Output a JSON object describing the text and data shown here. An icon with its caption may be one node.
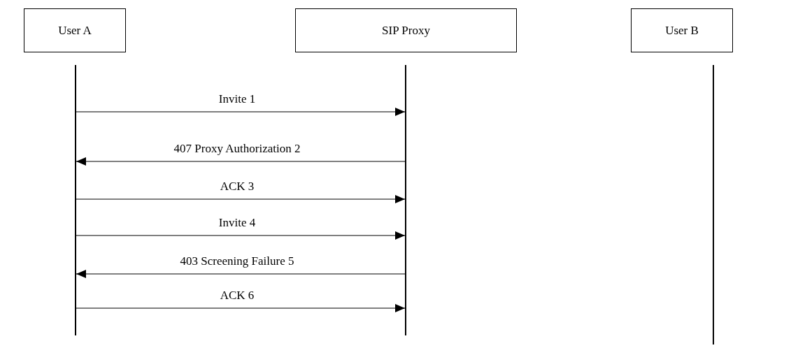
{
  "diagram": {
    "nodes": [
      {
        "text": [
          "User A"
        ]
      },
      {
        "text": [
          "SIP Proxy"
        ]
      },
      {
        "text": [
          "User B"
        ]
      },
      {
        "text": [],
        "shape": "bar"
      },
      {
        "text": [],
        "shape": "bar"
      },
      {
        "text": [],
        "shape": "bar"
      }
    ],
    "edges": [
      {
        "from": 3,
        "to": 4,
        "arrow": "to",
        "label": "Invite 1"
      },
      {
        "from": 4,
        "to": 3,
        "arrow": "to",
        "label": "407 Proxy Authorization 2"
      },
      {
        "from": 3,
        "to": 4,
        "arrow": "to",
        "label": "ACK 3"
      },
      {
        "from": 3,
        "to": 4,
        "arrow": "to",
        "label": "Invite 4"
      },
      {
        "from": 4,
        "to": 3,
        "arrow": "to",
        "label": "403 Screening Failure 5"
      },
      {
        "from": 3,
        "to": 4,
        "arrow": "to",
        "label": "ACK 6"
      }
    ]
  }
}
